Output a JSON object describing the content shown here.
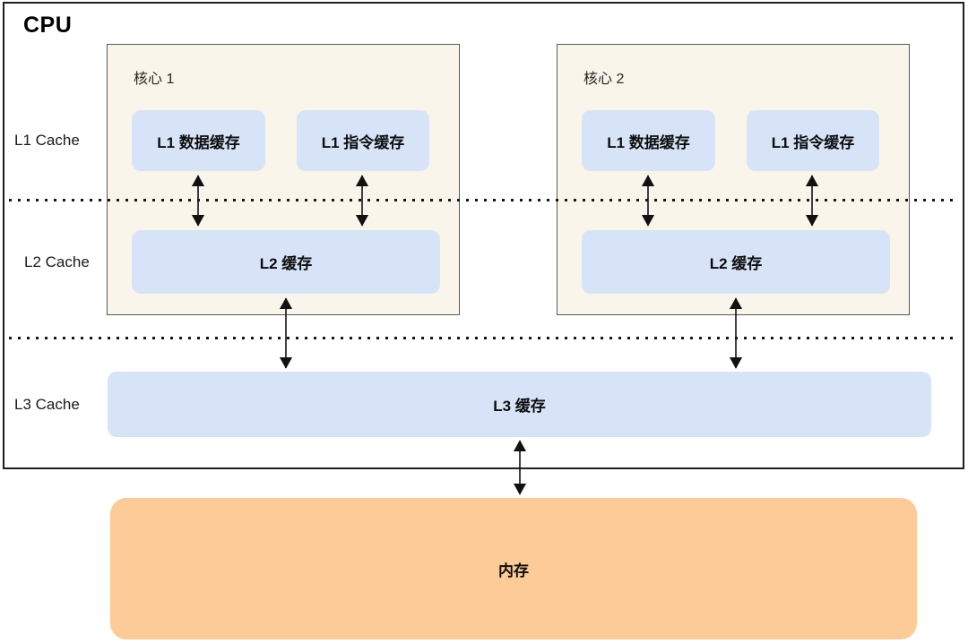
{
  "diagram": {
    "title": "CPU",
    "side_labels": {
      "l1": "L1 Cache",
      "l2": "L2 Cache",
      "l3": "L3 Cache"
    },
    "cores": [
      {
        "name": "核心 1",
        "l1_data": "L1 数据缓存",
        "l1_instruction": "L1 指令缓存",
        "l2": "L2 缓存"
      },
      {
        "name": "核心 2",
        "l1_data": "L1 数据缓存",
        "l1_instruction": "L1 指令缓存",
        "l2": "L2 缓存"
      }
    ],
    "l3_label": "L3 缓存",
    "memory_label": "内存",
    "colors": {
      "core_bg": "#FAF5EA",
      "cache_bg": "#D7E4F7",
      "memory_bg": "#FCCB97",
      "outline": "#1F1F1F",
      "arrow": "#111111"
    }
  }
}
